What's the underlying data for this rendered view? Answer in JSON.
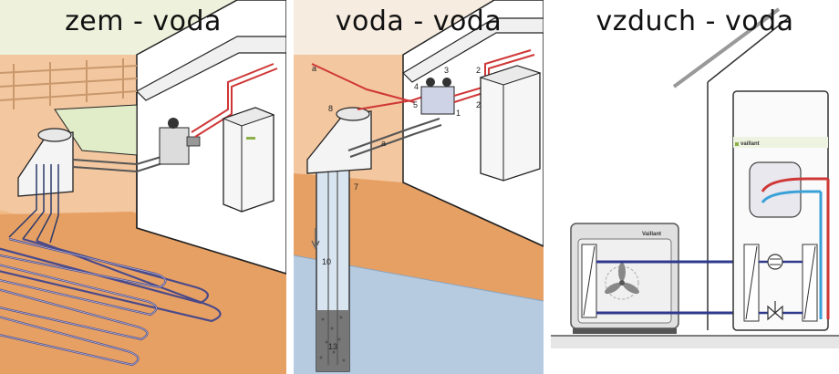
{
  "panels": [
    {
      "title": "zem - voda"
    },
    {
      "title": "voda - voda",
      "labels": {
        "a1": "a",
        "a2": "a",
        "n1": "1",
        "n2": "2",
        "n2b": "2",
        "n3": "3",
        "n4": "4",
        "n5": "5",
        "n7": "7",
        "n8": "8",
        "n10": "10",
        "n13": "13"
      }
    },
    {
      "title": "vzduch - voda",
      "brand_outdoor": "Vaillant",
      "brand_indoor": "vaillant"
    }
  ],
  "colors": {
    "soil": "#f0b985",
    "floor": "#e7a063",
    "water": "#b6cbe0",
    "pipe_hot": "#cf3737",
    "pipe_cold": "#2f3a8c"
  }
}
